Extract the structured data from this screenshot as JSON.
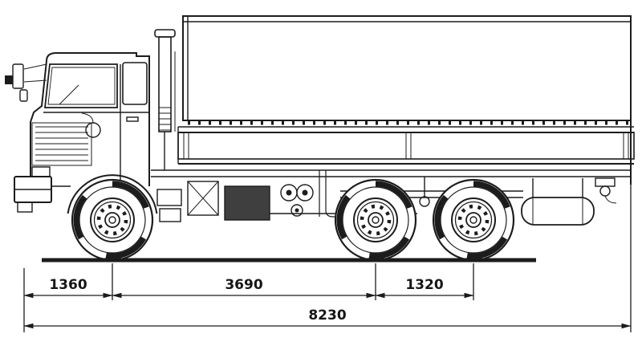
{
  "drawing": {
    "subject": "flatbed truck with tarpaulin body, side view technical drawing"
  },
  "dimensions": {
    "front_overhang": "1360",
    "wheelbase": "3690",
    "rear_axle_spacing": "1320",
    "overall_length": "8230"
  },
  "colors": {
    "line": "#1c1c1c",
    "background": "#ffffff"
  }
}
